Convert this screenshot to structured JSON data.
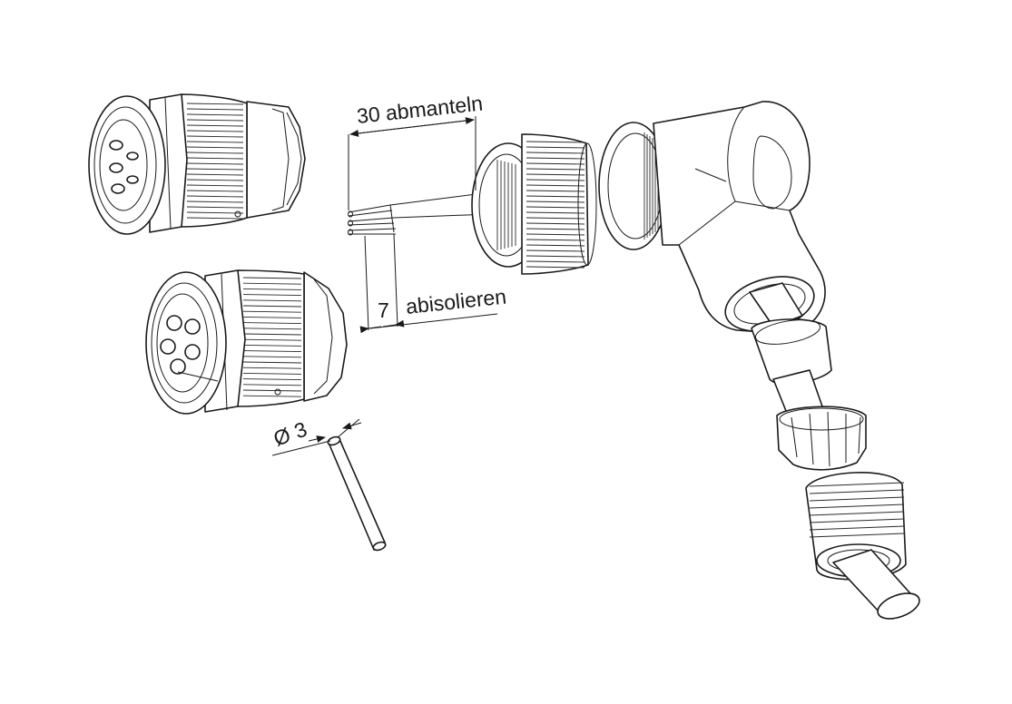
{
  "dimensions": {
    "strip_jacket": "30 abmanteln",
    "strip_insulation_value": "7",
    "strip_insulation_label": "abisolieren",
    "diameter": "Ø 3"
  }
}
